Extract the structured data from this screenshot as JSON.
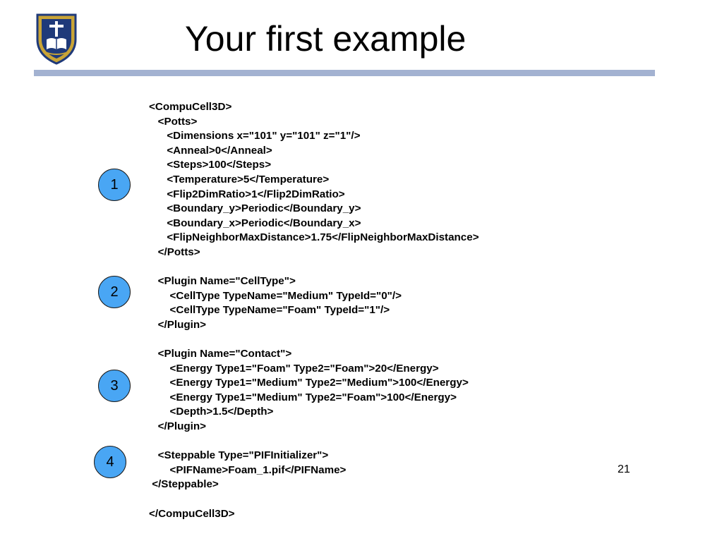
{
  "slide": {
    "title": "Your first example",
    "page_number": "21"
  },
  "badges": [
    "1",
    "2",
    "3",
    "4"
  ],
  "code_lines": [
    "<CompuCell3D>",
    "   <Potts>",
    "      <Dimensions x=\"101\" y=\"101\" z=\"1\"/>",
    "      <Anneal>0</Anneal>",
    "      <Steps>100</Steps>",
    "      <Temperature>5</Temperature>",
    "      <Flip2DimRatio>1</Flip2DimRatio>",
    "      <Boundary_y>Periodic</Boundary_y>",
    "      <Boundary_x>Periodic</Boundary_x>",
    "      <FlipNeighborMaxDistance>1.75</FlipNeighborMaxDistance>",
    "   </Potts>",
    "",
    "   <Plugin Name=\"CellType\">",
    "       <CellType TypeName=\"Medium\" TypeId=\"0\"/>",
    "       <CellType TypeName=\"Foam\" TypeId=\"1\"/>",
    "   </Plugin>",
    "",
    "   <Plugin Name=\"Contact\">",
    "       <Energy Type1=\"Foam\" Type2=\"Foam\">20</Energy>",
    "       <Energy Type1=\"Medium\" Type2=\"Medium\">100</Energy>",
    "       <Energy Type1=\"Medium\" Type2=\"Foam\">100</Energy>",
    "       <Depth>1.5</Depth>",
    "   </Plugin>",
    "",
    "   <Steppable Type=\"PIFInitializer\">",
    "       <PIFName>Foam_1.pif</PIFName>",
    " </Steppable>",
    "",
    "</CompuCell3D>"
  ],
  "colors": {
    "rule": "#a3b2d1",
    "badge_fill": "#49a6f4",
    "logo_blue": "#1f3a7a",
    "logo_gold": "#c9a436"
  }
}
